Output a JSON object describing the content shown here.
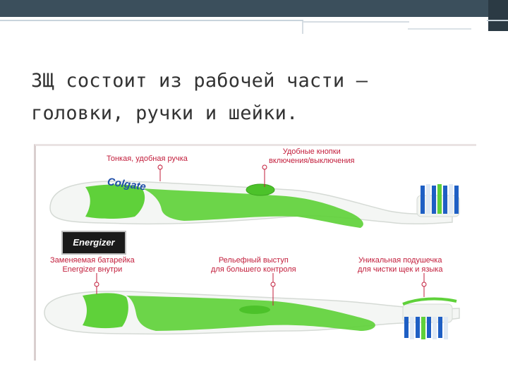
{
  "slide": {
    "title_line1": "ЗЩ состоит из рабочей части —",
    "title_line2": "головки, ручки и шейки."
  },
  "figure": {
    "labels": {
      "thin_handle": "Тонкая, удобная ручка",
      "buttons_line1": "Удобные кнопки",
      "buttons_line2": "включения/выключения",
      "battery_line1": "Заменяемая батарейка",
      "battery_line2": "Energizer внутри",
      "grip_line1": "Рельефный выступ",
      "grip_line2": "для большего контроля",
      "pad_line1": "Уникальная подушечка",
      "pad_line2": "для чистки щек и языка"
    },
    "brand_logo": "Colgate",
    "battery_logo": "Energizer",
    "colors": {
      "accent_green": "#5fd13a",
      "label_red": "#c21d3b",
      "bristle_blue": "#1e5fc4",
      "header_band": "#3b4f5c"
    }
  }
}
